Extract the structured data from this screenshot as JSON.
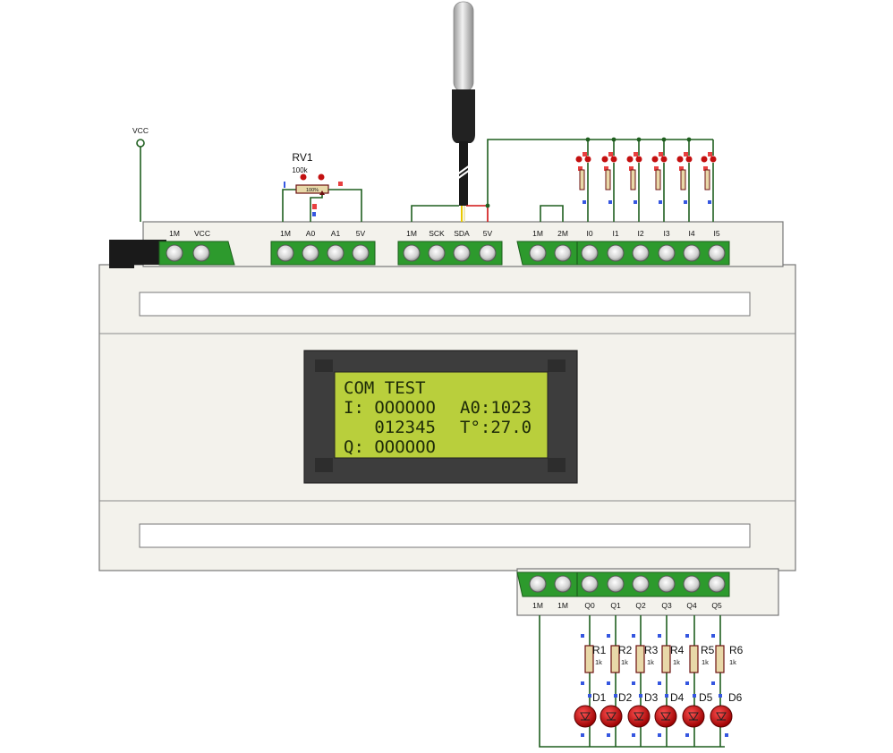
{
  "power": {
    "label": "VCC"
  },
  "potentiometer": {
    "name": "RV1",
    "value": "100k",
    "wiper": "100%"
  },
  "terminal_groups": [
    {
      "name": "power-terminal",
      "labels": [
        "1M",
        "VCC"
      ]
    },
    {
      "name": "analog-terminal",
      "labels": [
        "1M",
        "A0",
        "A1",
        "5V"
      ]
    },
    {
      "name": "i2c-terminal",
      "labels": [
        "1M",
        "SCK",
        "SDA",
        "5V"
      ]
    },
    {
      "name": "input-terminal",
      "labels": [
        "1M",
        "2M",
        "I0",
        "I1",
        "I2",
        "I3",
        "I4",
        "I5"
      ]
    },
    {
      "name": "output-terminal",
      "labels": [
        "1M",
        "1M",
        "Q0",
        "Q1",
        "Q2",
        "Q3",
        "Q4",
        "Q5"
      ]
    }
  ],
  "lcd": {
    "line1": "COM TEST",
    "line2_left": "I: OOOOOO",
    "line2_right": "A0:1023",
    "line3_left": "   012345",
    "line3_right": "T°:27.0",
    "line4_left": "Q: OOOOOO"
  },
  "resistors": [
    {
      "name": "R1",
      "value": "1k"
    },
    {
      "name": "R2",
      "value": "1k"
    },
    {
      "name": "R3",
      "value": "1k"
    },
    {
      "name": "R4",
      "value": "1k"
    },
    {
      "name": "R5",
      "value": "1k"
    },
    {
      "name": "R6",
      "value": "1k"
    }
  ],
  "leds": [
    {
      "name": "D1"
    },
    {
      "name": "D2"
    },
    {
      "name": "D3"
    },
    {
      "name": "D4"
    },
    {
      "name": "D5"
    },
    {
      "name": "D6"
    }
  ],
  "colors": {
    "wire": "#1f5f1f",
    "terminal_green": "#2d9a2d",
    "plc_body": "#f3f2ec",
    "lcd_screen": "#b9cf3c",
    "led_red": "#d11010"
  }
}
